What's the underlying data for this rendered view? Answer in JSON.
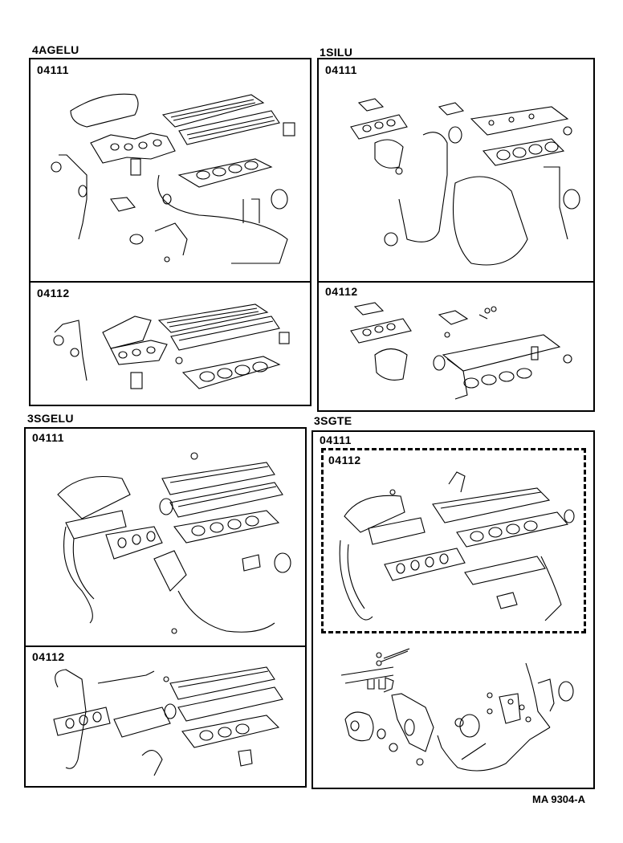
{
  "sections": [
    {
      "engine": "4AGELU",
      "kits": [
        {
          "part_no": "04111",
          "description": "engine overhaul gasket kit drawing"
        },
        {
          "part_no": "04112",
          "description": "valve grind gasket kit drawing"
        }
      ]
    },
    {
      "engine": "1SILU",
      "kits": [
        {
          "part_no": "04111",
          "description": "engine overhaul gasket kit drawing"
        },
        {
          "part_no": "04112",
          "description": "valve grind gasket kit drawing"
        }
      ]
    },
    {
      "engine": "3SGELU",
      "kits": [
        {
          "part_no": "04111",
          "description": "engine overhaul gasket kit drawing"
        },
        {
          "part_no": "04112",
          "description": "valve grind gasket kit drawing"
        }
      ]
    },
    {
      "engine": "3SGTE",
      "kits": [
        {
          "part_no": "04111",
          "description": "engine overhaul gasket kit drawing (outer box)"
        },
        {
          "part_no": "04112",
          "description": "valve grind gasket kit drawing (dashed inner box)"
        }
      ]
    }
  ],
  "caption": "MA 9304-A"
}
